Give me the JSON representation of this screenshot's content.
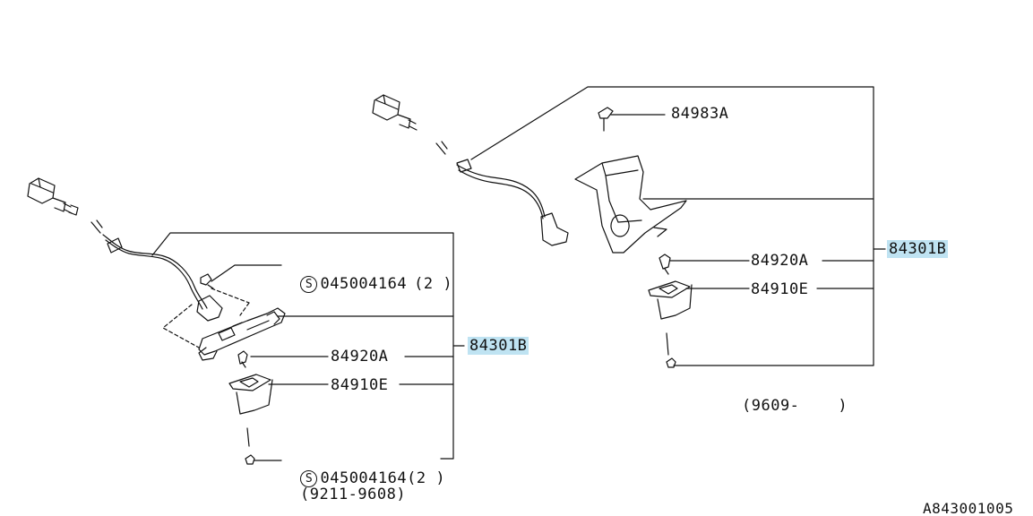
{
  "left_group": {
    "range": "(9211-9608)",
    "assembly_part": "84301B",
    "screw_top": {
      "symbol": "S",
      "number": "045004164",
      "qty": "(2 )"
    },
    "bulb": "84920A",
    "lens": "84910E",
    "screw_bottom": {
      "symbol": "S",
      "number": "045004164",
      "qty": "(2 )"
    }
  },
  "right_group": {
    "range": "(9609-    )",
    "assembly_part": "84301B",
    "screw": "84983A",
    "bulb": "84920A",
    "lens": "84910E"
  },
  "figure_id": "A843001005",
  "colors": {
    "line": "#111111",
    "highlight": "#bfe3f2"
  }
}
